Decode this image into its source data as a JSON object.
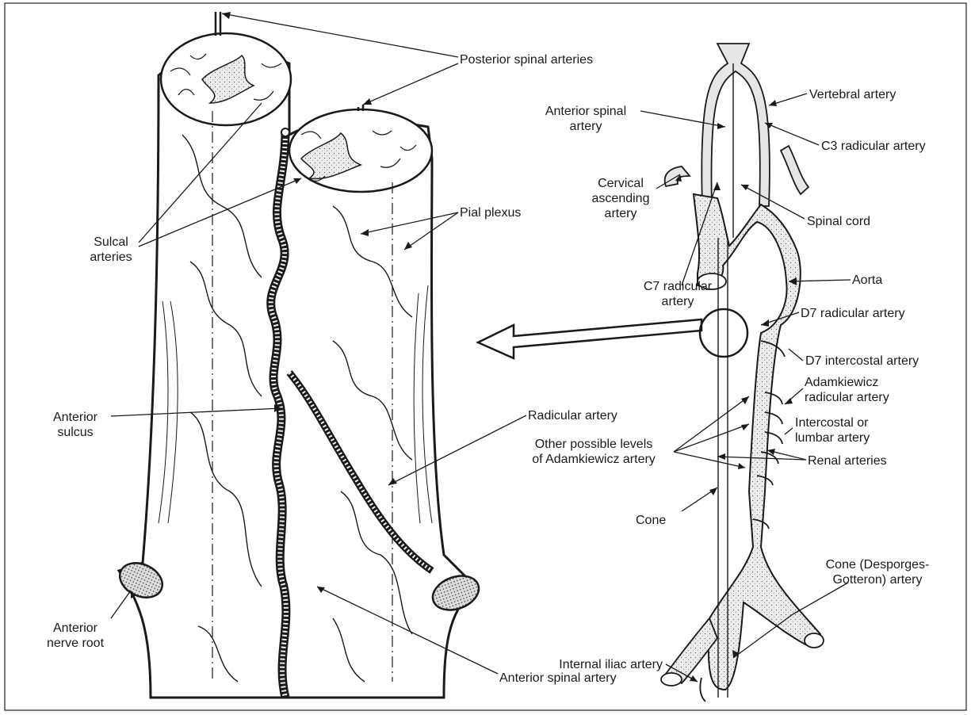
{
  "labels": {
    "posterior_spinal_arteries": "Posterior spinal arteries",
    "sulcal_arteries": [
      "Sulcal",
      "arteries"
    ],
    "anterior_sulcus": [
      "Anterior",
      "sulcus"
    ],
    "anterior_nerve_root": [
      "Anterior",
      "nerve root"
    ],
    "pial_plexus": "Pial plexus",
    "radicular_artery": "Radicular artery",
    "anterior_spinal_artery_left": "Anterior spinal artery",
    "anterior_spinal_artery_right": [
      "Anterior spinal",
      "artery"
    ],
    "vertebral_artery": "Vertebral artery",
    "c3_radicular_artery": "C3 radicular artery",
    "cervical_ascending_artery": [
      "Cervical",
      "ascending",
      "artery"
    ],
    "spinal_cord": "Spinal cord",
    "aorta": "Aorta",
    "c7_radicular_artery": [
      "C7 radicular",
      "artery"
    ],
    "d7_radicular_artery": "D7 radicular artery",
    "d7_intercostal_artery": "D7 intercostal artery",
    "adamkiewicz_radicular_artery": [
      "Adamkiewicz",
      "radicular artery"
    ],
    "intercostal_or_lumbar_artery": [
      "Intercostal or",
      "lumbar artery"
    ],
    "other_possible_levels": [
      "Other possible levels",
      "of Adamkiewicz artery"
    ],
    "renal_arteries": "Renal arteries",
    "cone": "Cone",
    "cone_desporges": [
      "Cone (Desporges-",
      "Gotteron) artery"
    ],
    "internal_iliac_artery": "Internal iliac artery"
  },
  "colors": {
    "ink": "#1a1a1a",
    "vessel_fill": "#e6e6e6",
    "background": "#ffffff"
  }
}
